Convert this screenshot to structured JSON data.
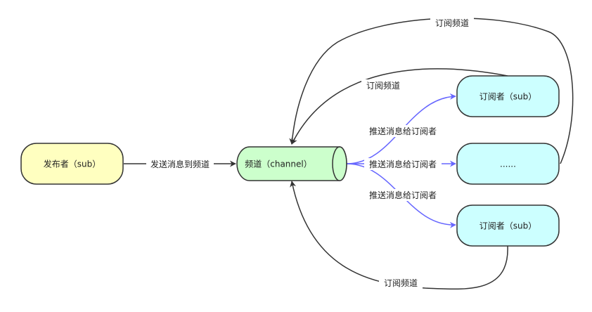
{
  "colors": {
    "publisher_fill": "#ffffc0",
    "channel_fill": "#ccffcc",
    "subscriber_fill": "#ccffff",
    "stroke": "#333333",
    "push_edge": "#6666ff",
    "label_bg": "#ffffff"
  },
  "nodes": {
    "publisher": "发布者（sub）",
    "channel": "频道（channel）",
    "subscriber_top": "订阅者（sub）",
    "subscriber_middle": "......",
    "subscriber_bottom": "订阅者（sub）"
  },
  "edges": {
    "publish": "发送消息到频道",
    "push_top": "推送消息给订阅者",
    "push_middle": "推送消息给订阅者",
    "push_bottom": "推送消息给订阅者",
    "subscribe_top": "订阅频道",
    "subscribe_outer": "订阅频道",
    "subscribe_bottom": "订阅频道"
  }
}
